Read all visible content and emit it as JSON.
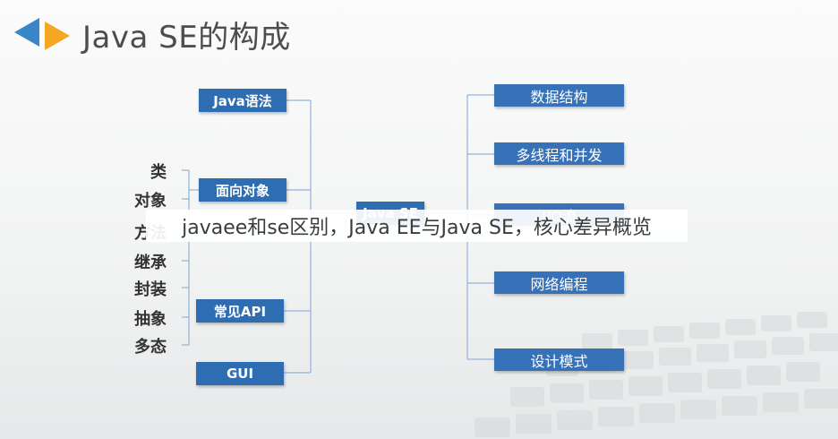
{
  "title": "Java SE的构成",
  "left_nodes": [
    {
      "label": "Java语法"
    },
    {
      "label": "面向对象"
    },
    {
      "label": "常见API"
    },
    {
      "label": "GUI"
    }
  ],
  "features": [
    "类",
    "对象",
    "方法",
    "继承",
    "封装",
    "抽象",
    "多态"
  ],
  "center_node": {
    "label": "Java SE"
  },
  "right_nodes": [
    {
      "label": "数据结构"
    },
    {
      "label": "多线程和并发"
    },
    {
      "label": "I/O流"
    },
    {
      "label": "网络编程"
    },
    {
      "label": "设计模式"
    }
  ],
  "caption": "javaee和se区别，Java EE与Java SE，核心差异概览",
  "colors": {
    "box_blue": "#2f6db3",
    "logo_blue": "#3b86c8",
    "logo_orange": "#f5a623",
    "connector": "#8fb4da"
  }
}
